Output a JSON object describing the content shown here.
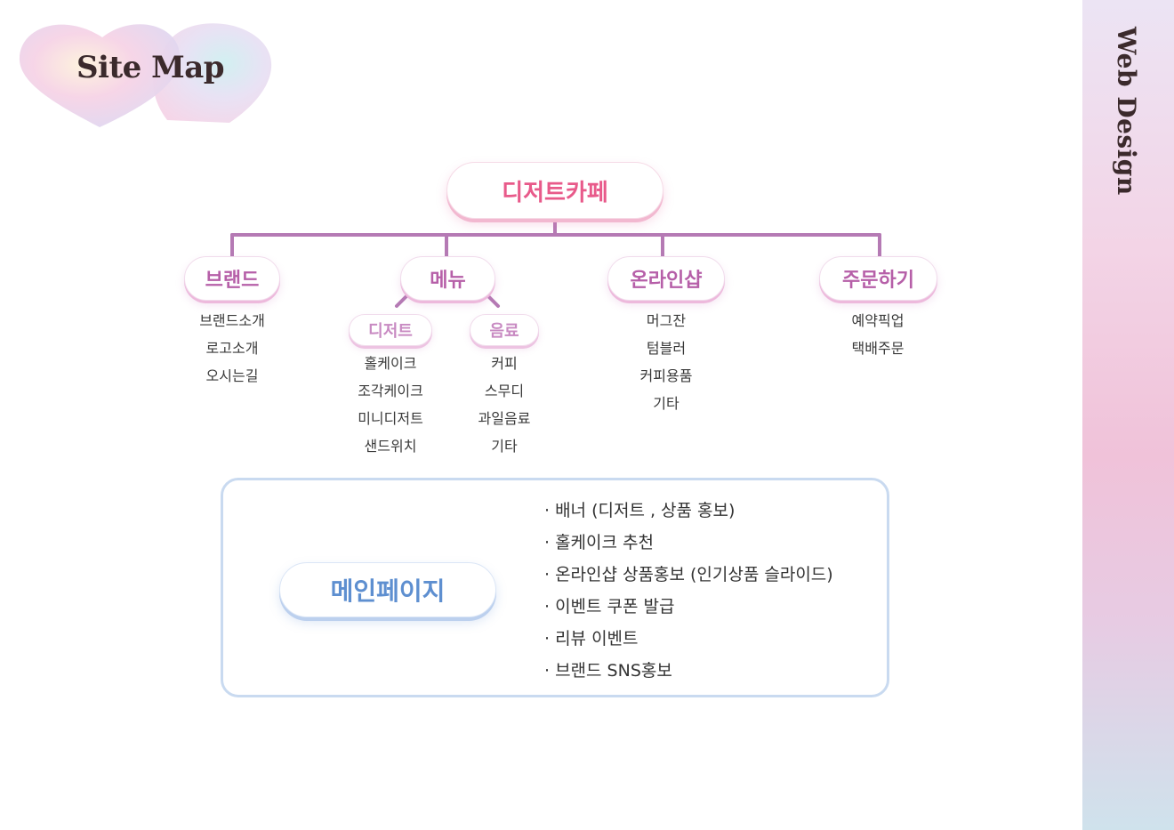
{
  "header": {
    "title": "Site Map",
    "side_label": "Web Design"
  },
  "colors": {
    "root_text": "#e85a8a",
    "level1_text": "#b65fa8",
    "level2_text": "#c88ac2",
    "connector": "#b57ab4",
    "main_text": "#5e8fd0",
    "main_border": "#c9daf0"
  },
  "root": {
    "label": "디저트카페"
  },
  "brand": {
    "label": "브랜드",
    "items": [
      "브랜드소개",
      "로고소개",
      "오시는길"
    ]
  },
  "menu": {
    "label": "메뉴",
    "dessert": {
      "label": "디저트",
      "items": [
        "홀케이크",
        "조각케이크",
        "미니디저트",
        "샌드위치"
      ]
    },
    "drink": {
      "label": "음료",
      "items": [
        "커피",
        "스무디",
        "과일음료",
        "기타"
      ]
    }
  },
  "shop": {
    "label": "온라인샵",
    "items": [
      "머그잔",
      "텀블러",
      "커피용품",
      "기타"
    ]
  },
  "order": {
    "label": "주문하기",
    "items": [
      "예약픽업",
      "택배주문"
    ]
  },
  "main_page": {
    "label": "메인페이지",
    "bullets": [
      "· 배너 (디저트 , 상품 홍보)",
      "· 홀케이크 추천",
      "· 온라인샵 상품홍보 (인기상품 슬라이드)",
      "· 이벤트 쿠폰 발급",
      "· 리뷰 이벤트",
      "· 브랜드 SNS홍보"
    ]
  }
}
